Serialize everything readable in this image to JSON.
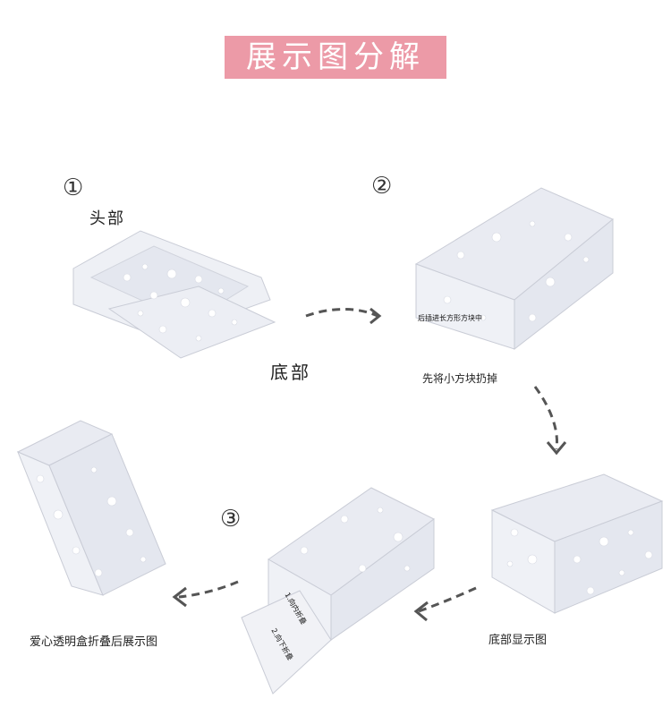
{
  "title": "展示图分解",
  "steps": {
    "one": {
      "number": "①",
      "top_label": "头部",
      "bottom_label": "底部"
    },
    "two": {
      "number": "②",
      "box_note": "后插进长方形方块中",
      "caption": "先将小方块扔掉"
    },
    "three": {
      "number": "③",
      "fold_inner": "1.向内折叠",
      "fold_down": "2.向下折叠"
    },
    "bottom_show": {
      "caption": "底部显示图"
    },
    "final": {
      "caption": "爱心透明盒折叠后展示图"
    }
  },
  "colors": {
    "banner": "#ec9aa7",
    "arrow": "#555555",
    "box_edge": "#c9ccd6",
    "hearts": "#ffffff"
  }
}
